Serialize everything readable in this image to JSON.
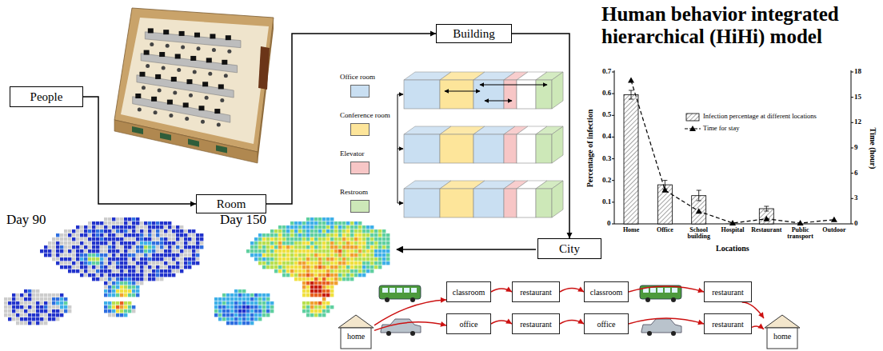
{
  "diagram": {
    "title": "Human behavior integrated hierarchical (HiHi) model",
    "nodes": [
      {
        "text": [
          "People"
        ]
      },
      {
        "text": [
          "Room"
        ]
      },
      {
        "text": [
          "Building"
        ]
      },
      {
        "text": [
          "City"
        ]
      },
      {
        "text": [
          "home"
        ]
      },
      {
        "text": [
          "classroom"
        ]
      },
      {
        "text": [
          "restaurant"
        ]
      },
      {
        "text": [
          "classroom"
        ]
      },
      {
        "text": [
          "restaurant"
        ]
      },
      {
        "text": [
          "office"
        ]
      },
      {
        "text": [
          "restaurant"
        ]
      },
      {
        "text": [
          "office"
        ]
      },
      {
        "text": [
          "restaurant"
        ]
      },
      {
        "text": [
          "home"
        ]
      }
    ],
    "edges": [
      {
        "from": 0,
        "to": 1,
        "arrow": "to"
      },
      {
        "from": 1,
        "to": 2,
        "arrow": "to"
      },
      {
        "from": 2,
        "to": 3,
        "arrow": "to"
      },
      {
        "from": 4,
        "to": 5,
        "arrow": "to"
      },
      {
        "from": 5,
        "to": 6,
        "arrow": "to"
      },
      {
        "from": 6,
        "to": 7,
        "arrow": "to"
      },
      {
        "from": 7,
        "to": 8,
        "arrow": "to"
      },
      {
        "from": 8,
        "to": 13,
        "arrow": "to"
      },
      {
        "from": 4,
        "to": 9,
        "arrow": "to"
      },
      {
        "from": 9,
        "to": 10,
        "arrow": "to"
      },
      {
        "from": 10,
        "to": 11,
        "arrow": "to"
      },
      {
        "from": 11,
        "to": 12,
        "arrow": "to"
      },
      {
        "from": 12,
        "to": 13,
        "arrow": "to"
      }
    ],
    "labels": [
      "Day 90",
      "Day 150",
      "Percentage of infection",
      "Time (hour)",
      "Locations",
      "0",
      "0.1",
      "0.2",
      "0.3",
      "0.4",
      "0.5",
      "0.6",
      "0.7",
      "0",
      "3",
      "6",
      "9",
      "12",
      "15",
      "18",
      "Home",
      "Office",
      "School building",
      "Hospital",
      "Restaurant",
      "Public transport",
      "Outdoor"
    ],
    "legend": [
      {
        "text": "Office room",
        "color": "#c9dff2"
      },
      {
        "text": "Conference room",
        "color": "#fde59a"
      },
      {
        "text": "Elevator",
        "color": "#f7c6c6"
      },
      {
        "text": "Restroom",
        "color": "#cde8b8"
      },
      {
        "text": "Infection percentage at different locations"
      },
      {
        "text": "Time for stay"
      }
    ]
  }
}
